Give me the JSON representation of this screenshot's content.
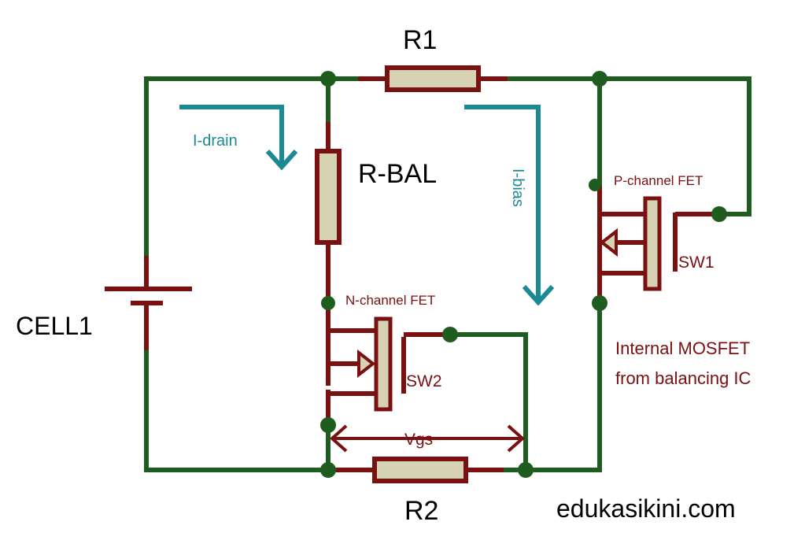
{
  "labels": {
    "r1": "R1",
    "r2": "R2",
    "r_bal": "R-BAL",
    "cell": "CELL1",
    "n_fet": "N-channel FET",
    "p_fet": "P-channel FET",
    "sw1": "SW1",
    "sw2": "SW2",
    "i_drain": "I-drain",
    "i_bias": "I-bias",
    "vgs": "Vgs",
    "note_line1": "Internal MOSFET",
    "note_line2": "from balancing IC"
  },
  "watermark": "edukasikini.com",
  "colors": {
    "wire": "#1f5c1f",
    "component": "#7a1010",
    "resistor_fill": "#d6d2b4",
    "current_arrow": "#1b8a94",
    "text": "#000000"
  }
}
